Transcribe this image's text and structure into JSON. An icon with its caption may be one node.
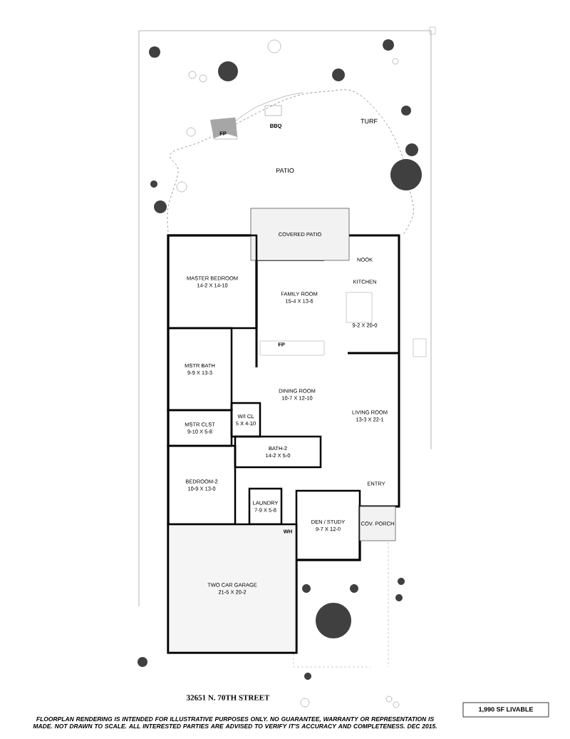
{
  "diagram": {
    "title": "32651 N. 70TH STREET",
    "caption": "FLOORPLAN RENDERING IS INTENDED FOR ILLUSTRATIVE PURPOSES ONLY. NO GUARANTEE, WARRANTY OR REPRESENTATION IS MADE. NOT DRAWN TO SCALE. ALL INTERESTED PARTIES ARE ADVISED TO VERIFY IT'S ACCURACY AND COMPLETENESS. DEC 2015.",
    "nodes": [
      {
        "text": [
          "COVERED PATIO"
        ]
      },
      {
        "text": [
          "MASTER BEDROOM",
          "14-2 X 14-10"
        ]
      },
      {
        "text": [
          "FAMILY ROOM",
          "15-4 X 13-6"
        ]
      },
      {
        "text": [
          "NOOK",
          "KITCHEN",
          "9-2 X 20-0"
        ]
      },
      {
        "text": [
          "MSTR BATH",
          "9-9 X 13-3"
        ]
      },
      {
        "text": [
          "MSTR CLST",
          "9-10 X 5-8"
        ]
      },
      {
        "text": [
          "W/I CL",
          "5 X 4-10"
        ]
      },
      {
        "text": [
          "DINING ROOM",
          "10-7 X 12-10"
        ]
      },
      {
        "text": [
          "LIVING ROOM",
          "13-3 X 22-1"
        ]
      },
      {
        "text": [
          "BATH-2",
          "14-2 X 5-0"
        ]
      },
      {
        "text": [
          "BEDROOM-2",
          "10-9 X 13-0"
        ]
      },
      {
        "text": [
          "LAUNDRY",
          "7-9 X 5-8"
        ]
      },
      {
        "text": [
          "ENTRY"
        ]
      },
      {
        "text": [
          "DEN / STUDY",
          "9-7 X 12-0"
        ]
      },
      {
        "text": [
          "COV. PORCH"
        ]
      },
      {
        "text": [
          "TWO CAR GARAGE",
          "21-5 X 20-2"
        ]
      },
      {
        "text": [
          "1,990 SF LIVABLE"
        ]
      }
    ],
    "labels": [
      "TURF",
      "FP",
      "BBQ",
      "PATIO",
      "FP",
      "WH"
    ]
  }
}
